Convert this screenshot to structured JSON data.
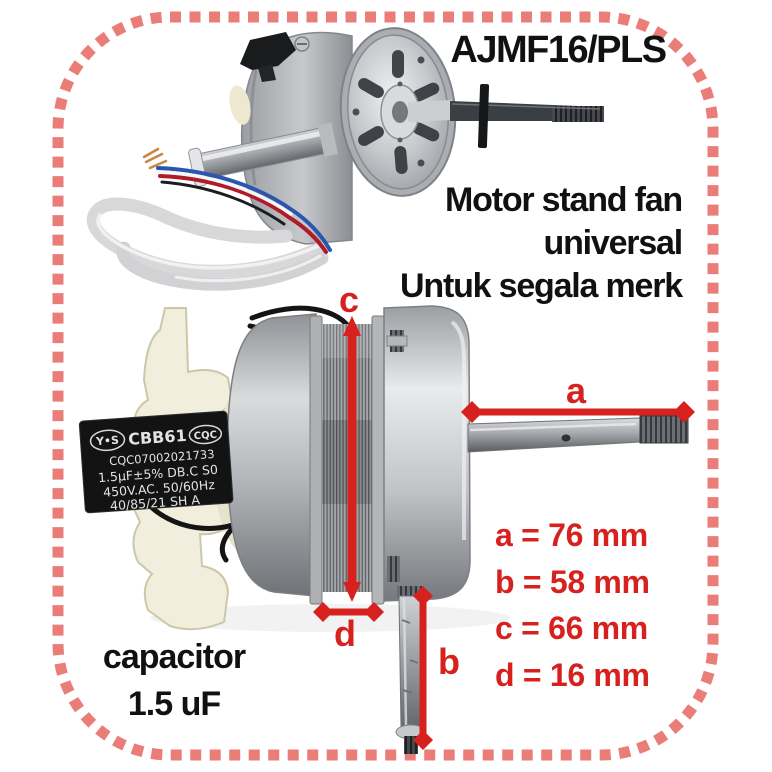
{
  "colors": {
    "accent_red": "#d6211e",
    "border_red": "#eb7d78",
    "background": "#ffffff"
  },
  "header": {
    "model": "AJMF16/PLS"
  },
  "description": {
    "lines": [
      "Motor stand fan",
      "universal",
      "Untuk segala merk"
    ]
  },
  "dimensions": {
    "entries": [
      {
        "letter": "a",
        "text": "a = 76 mm",
        "value_mm": 76
      },
      {
        "letter": "b",
        "text": "b = 58 mm",
        "value_mm": 58
      },
      {
        "letter": "c",
        "text": "c = 66 mm",
        "value_mm": 66
      },
      {
        "letter": "d",
        "text": "d = 16 mm",
        "value_mm": 16
      }
    ]
  },
  "capacitor_note": {
    "lines": [
      "capacitor",
      "1.5 uF"
    ]
  },
  "capacitor_label": {
    "brand": "Y•S",
    "type": "CBB61",
    "cert": "CQC",
    "serial": "CQC07002021733",
    "spec": "1.5µF±5% DB.C S0",
    "voltage": "450V.AC. 50/60Hz",
    "temp_class": "40/85/21 SH A"
  }
}
